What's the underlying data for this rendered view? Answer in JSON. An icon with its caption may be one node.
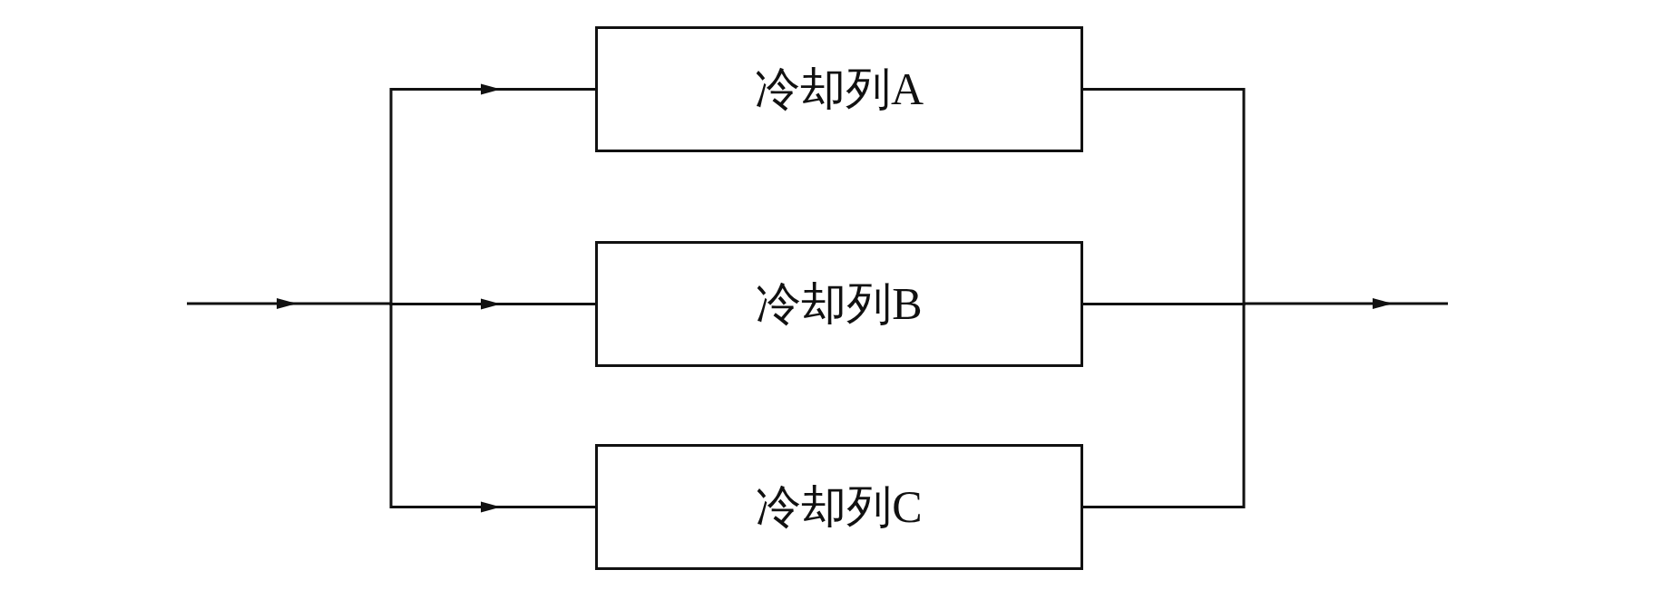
{
  "diagram": {
    "nodes": [
      {
        "text": [
          "冷却列A"
        ]
      },
      {
        "text": [
          "冷却列B"
        ]
      },
      {
        "text": [
          "冷却列C"
        ]
      }
    ],
    "edges": [
      {
        "from": null,
        "to": 0,
        "arrow": "to"
      },
      {
        "from": null,
        "to": 1,
        "arrow": "to"
      },
      {
        "from": null,
        "to": 2,
        "arrow": "to"
      },
      {
        "from": 0,
        "to": null,
        "arrow": "to"
      },
      {
        "from": 1,
        "to": null,
        "arrow": "to"
      },
      {
        "from": 2,
        "to": null,
        "arrow": "to"
      }
    ]
  }
}
